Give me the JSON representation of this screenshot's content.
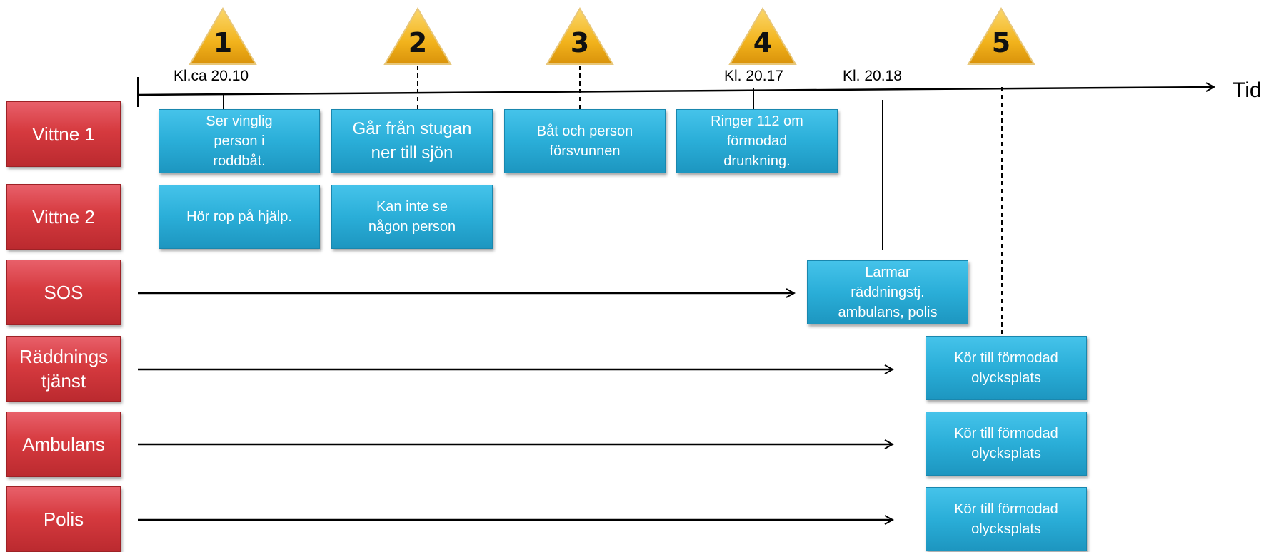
{
  "lanes": {
    "vittne1": "Vittne 1",
    "vittne2": "Vittne 2",
    "sos": "SOS",
    "raddning": "Räddnings\ntjänst",
    "ambulans": "Ambulans",
    "polis": "Polis"
  },
  "markers": [
    "1",
    "2",
    "3",
    "4",
    "5"
  ],
  "times": {
    "t1": "Kl.ca 20.10",
    "t4": "Kl. 20.17",
    "t_sos": "Kl. 20.18"
  },
  "axis_label": "Tid",
  "events": {
    "v1_1": "Ser vinglig\nperson  i\nroddbåt.",
    "v1_2": "Går från stugan\nner till sjön",
    "v1_3": "Båt och person\nförsvunnen",
    "v1_4": "Ringer 112 om\nförmodad\ndrunkning.",
    "v2_1": "Hör rop på hjälp.",
    "v2_2": "Kan inte se\nnågon person",
    "sos": "Larmar\nräddningstj.\nambulans, polis",
    "raddning": "Kör till förmodad\nolycksplats",
    "ambulans": "Kör till förmodad\nolycksplats",
    "polis": "Kör till förmodad\nolycksplats"
  },
  "colors": {
    "lane_red": "#d63a3f",
    "event_blue": "#2aaed8",
    "marker_gold": "#f2b31c"
  }
}
